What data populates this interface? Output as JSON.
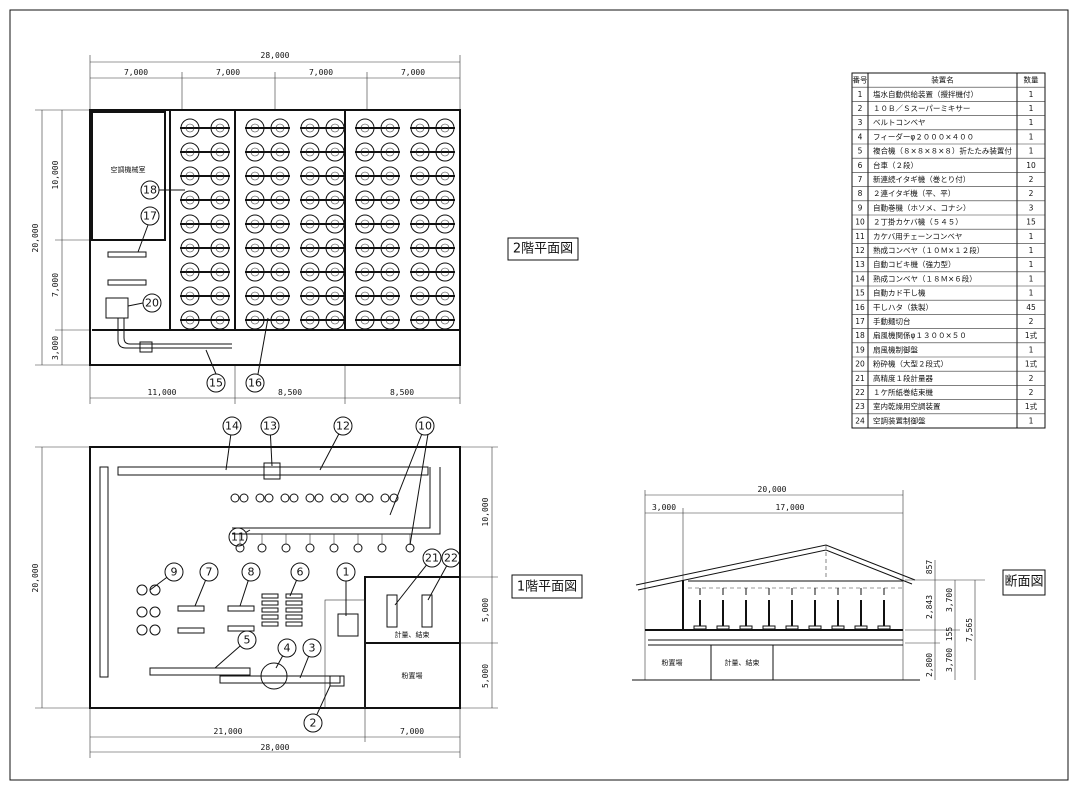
{
  "plan_2f": {
    "title": "2階平面図",
    "dims_top_total": "28,000",
    "dims_top": [
      "7,000",
      "7,000",
      "7,000",
      "7,000"
    ],
    "dims_left_total": "20,000",
    "dims_left": [
      "10,000",
      "7,000",
      "3,000"
    ],
    "dims_bottom": [
      "11,000",
      "8,500",
      "8,500"
    ],
    "room_label": "空調機械室",
    "callouts": [
      "18",
      "17",
      "20",
      "15",
      "16"
    ]
  },
  "plan_1f": {
    "title": "1階平面図",
    "dims_bottom": [
      "21,000",
      "7,000"
    ],
    "dims_bottom_total": "28,000",
    "dims_left_total": "20,000",
    "dims_right": [
      "10,000",
      "5,000",
      "5,000"
    ],
    "rooms": [
      "計量、結束",
      "粉置場"
    ],
    "callouts": [
      "14",
      "13",
      "12",
      "10",
      "11",
      "9",
      "7",
      "8",
      "6",
      "1",
      "5",
      "4",
      "3",
      "2",
      "21",
      "22"
    ]
  },
  "section": {
    "title": "断面図",
    "dims_top_total": "20,000",
    "dims_top": [
      "3,000",
      "17,000"
    ],
    "dims_right": [
      "857",
      "2,843",
      "3,700",
      "155",
      "3,700",
      "2,800",
      "7,565"
    ],
    "rooms": [
      "粉置場",
      "計量、結束"
    ]
  },
  "equipment_table": {
    "headers": [
      "番号",
      "装置名",
      "数量"
    ],
    "rows": [
      [
        "1",
        "塩水自動供給装置（攪拌機付）",
        "1"
      ],
      [
        "2",
        "１０Ｂ／Ｓスーパーミキサー",
        "1"
      ],
      [
        "3",
        "ベルトコンベヤ",
        "1"
      ],
      [
        "4",
        "フィーダーφ２０００×４００",
        "1"
      ],
      [
        "5",
        "複合機（８×８×８×８）折たたみ装置付",
        "1"
      ],
      [
        "6",
        "台車（２段）",
        "10"
      ],
      [
        "7",
        "新連続イタギ機（巻とり付）",
        "2"
      ],
      [
        "8",
        "２連イタギ機（平、平）",
        "2"
      ],
      [
        "9",
        "自動巻機（ホソメ、コナシ）",
        "3"
      ],
      [
        "10",
        "２丁掛カケバ機（５４５）",
        "15"
      ],
      [
        "11",
        "カケバ用チェーンコンベヤ",
        "1"
      ],
      [
        "12",
        "熟成コンベヤ（１０Ｍ×１２段）",
        "1"
      ],
      [
        "13",
        "自動コビキ機（強力型）",
        "1"
      ],
      [
        "14",
        "熟成コンベヤ（１８Ｍ×６段）",
        "1"
      ],
      [
        "15",
        "自動カド干し機",
        "1"
      ],
      [
        "16",
        "干しハタ（鉄製）",
        "45"
      ],
      [
        "17",
        "手動麺切台",
        "2"
      ],
      [
        "18",
        "扇風機関係φ１３００×５０",
        "1式"
      ],
      [
        "19",
        "扇風機制御盤",
        "1"
      ],
      [
        "20",
        "粉砕機（大型２段式）",
        "1式"
      ],
      [
        "21",
        "高精度１段計量器",
        "2"
      ],
      [
        "22",
        "１ケ所紙巻結束機",
        "2"
      ],
      [
        "23",
        "室内乾燥用空調装置",
        "1式"
      ],
      [
        "24",
        "空調装置制御盤",
        "1"
      ]
    ]
  }
}
